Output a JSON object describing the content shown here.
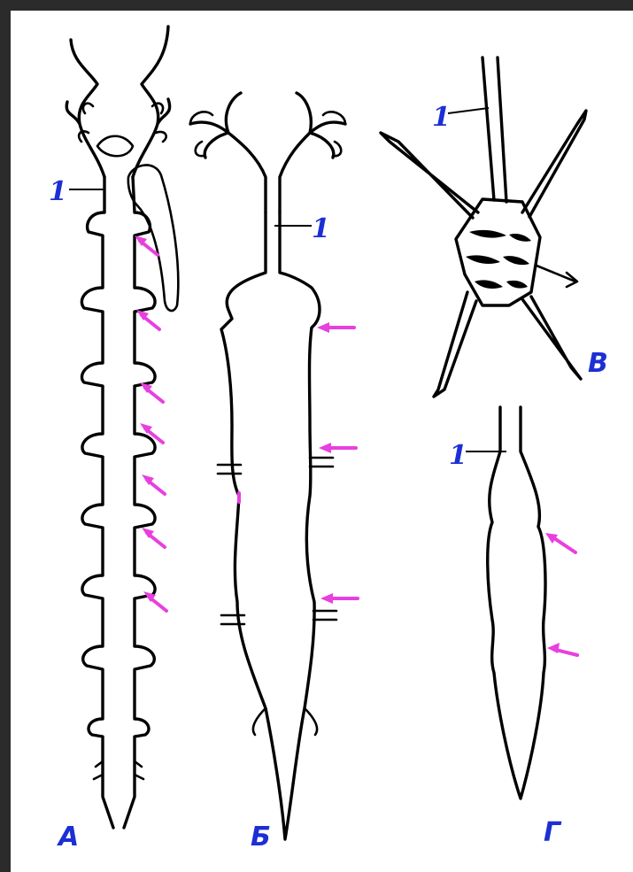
{
  "figure": {
    "panels": [
      {
        "id": "A",
        "letter": "А",
        "part_label": "1"
      },
      {
        "id": "B",
        "letter": "Б",
        "part_label": "1"
      },
      {
        "id": "V",
        "letter": "В",
        "part_label": "1"
      },
      {
        "id": "G",
        "letter": "Г",
        "part_label": "1"
      }
    ],
    "colors": {
      "labels": "#1c2fd4",
      "arrows": "#e83fe0",
      "lines": "#000000"
    }
  }
}
